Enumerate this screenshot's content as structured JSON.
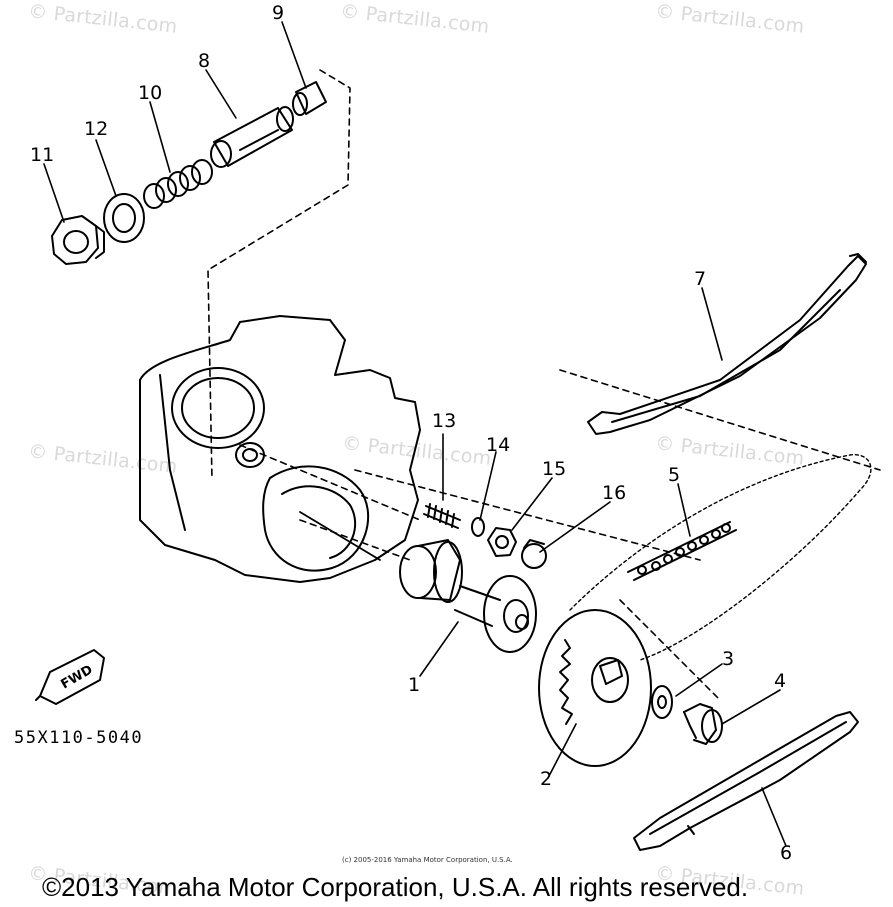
{
  "watermark": "© Partzilla.com",
  "callouts": {
    "p1": "1",
    "p2": "2",
    "p3": "3",
    "p4": "4",
    "p5": "5",
    "p6": "6",
    "p7": "7",
    "p8": "8",
    "p9": "9",
    "p10": "10",
    "p11": "11",
    "p12": "12",
    "p13": "13",
    "p14": "14",
    "p15": "15",
    "p16": "16"
  },
  "part_code": "55X110-5040",
  "fwd_label": "FWD",
  "small_copyright": "(c) 2005-2016 Yamaha Motor Corporation, U.S.A.",
  "copyright": "©2013 Yamaha Motor Corporation, U.S.A. All rights reserved."
}
